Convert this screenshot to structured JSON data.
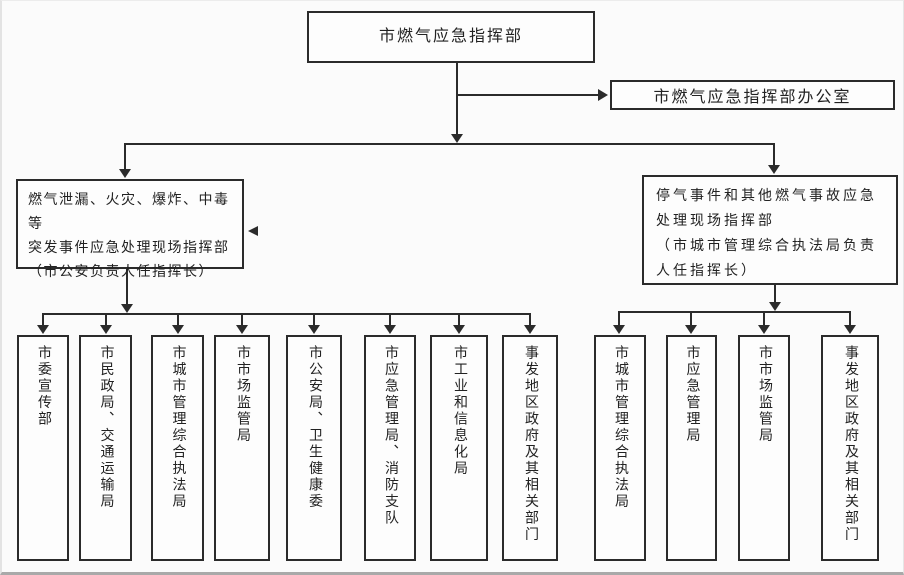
{
  "colors": {
    "line": "#2b2b2b",
    "box_border": "#2b2b2b",
    "background": "#fbfbfb",
    "text": "#222222"
  },
  "nodes": {
    "root": "市燃气应急指挥部",
    "office": "市燃气应急指挥部办公室",
    "left_command": "燃气泄漏、火灾、爆炸、中毒等\n突发事件应急处理现场指挥部\n（市公安负责人任指挥长）",
    "right_command": "停气事件和其他燃气事故应急\n处理现场指挥部\n（市城市管理综合执法局负责\n人任指挥长）",
    "left_members": [
      "市委宣传部",
      "市民政局、交通运输局",
      "市城市管理综合执法局",
      "市市场监管局",
      "市公安局、卫生健康委",
      "市应急管理局、消防支队",
      "市工业和信息化局",
      "事发地区政府及其相关部门"
    ],
    "right_members": [
      "市城市管理综合执法局",
      "市应急管理局",
      "市市场监管局",
      "事发地区政府及其相关部门"
    ]
  }
}
